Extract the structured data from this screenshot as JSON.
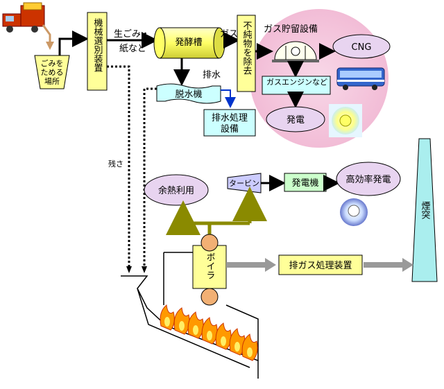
{
  "labels": {
    "pit": [
      "ごみを",
      "ためる",
      "場所"
    ],
    "sorter": "機械選別装置",
    "organic": "生ごみ・",
    "organic2": "紙など",
    "tank": "発酵槽",
    "gas": "ガス",
    "impurity": "不純物を除去",
    "gas_storage": "ガス貯留設備",
    "cng": "CNG",
    "gas_engine": "ガスエンジンなど",
    "power1": "発電",
    "drain": "排水",
    "dewater": "脱水機",
    "wastewater": [
      "排水処理",
      "設備"
    ],
    "residue": "残さ",
    "waste_heat": "余熱利用",
    "turbine": "タービン",
    "generator": "発電機",
    "high_eff": "高効率発電",
    "chimney": "煙突",
    "boiler": "ボイラ",
    "exhaust": "排ガス処理装置"
  },
  "colors": {
    "yellow_box": "#ffff99",
    "pink_circle": "#f4c6dc",
    "lavender": "#e8d4f0",
    "cyan_box": "#ccffff",
    "olive_arrow": "#8a8a00",
    "gray_arrow": "#999999",
    "blue_arrow": "#0033cc",
    "flame_orange": "#ff9900"
  }
}
